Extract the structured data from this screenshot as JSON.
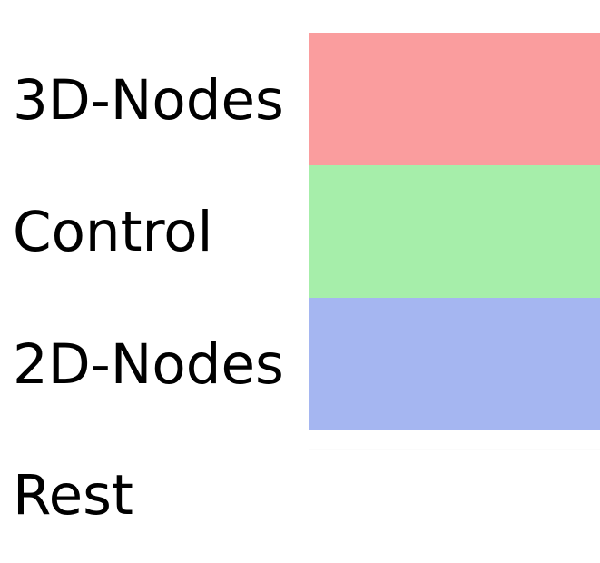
{
  "legend": {
    "items": [
      {
        "label": "3D-Nodes",
        "color": "#fa9d9e"
      },
      {
        "label": "Control",
        "color": "#a6eeaa"
      },
      {
        "label": "2D-Nodes",
        "color": "#a5b6f1"
      },
      {
        "label": "Rest",
        "color": "#fbfbfb"
      }
    ]
  }
}
